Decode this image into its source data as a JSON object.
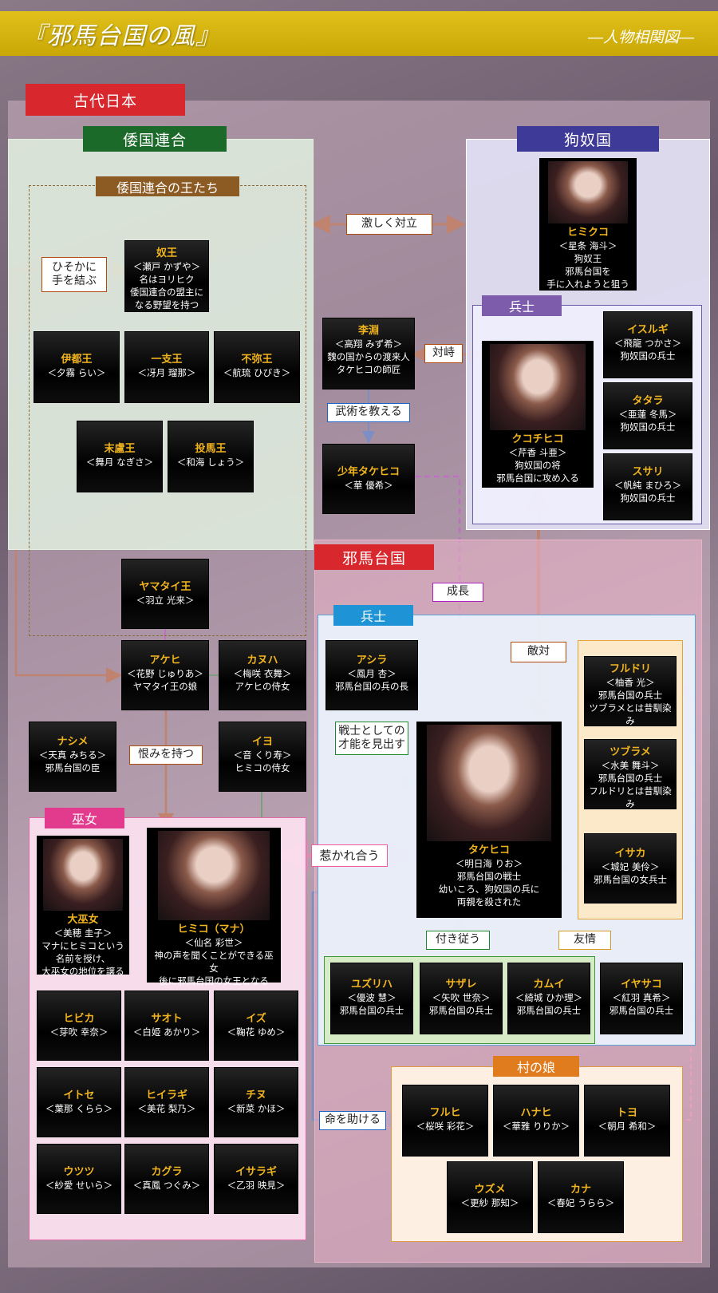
{
  "title": "『邪馬台国の風』",
  "subtitle": "―人物相関図―",
  "colors": {
    "gold": "#d8b811",
    "name_orange": "#f2b51d",
    "arrow_brown": "#b04a0c",
    "arrow_pink": "#ee5c9c"
  },
  "sections": {
    "ancient_japan": "古代日本",
    "wa_alliance": "倭国連合",
    "wa_kings": "倭国連合の王たち",
    "kunu": "狗奴国",
    "kunu_soldiers": "兵士",
    "yamatai": "邪馬台国",
    "yamatai_soldiers": "兵士",
    "miko": "巫女",
    "village_girls": "村の娘"
  },
  "characters": {
    "nuou": {
      "name": "奴王",
      "actor": "＜瀬戸 かずや＞",
      "desc1": "名はヨリヒク",
      "desc2": "倭国連合の盟主に",
      "desc3": "なる野望を持つ"
    },
    "itoou": {
      "name": "伊都王",
      "actor": "＜夕霧 らい＞"
    },
    "ikioou": {
      "name": "一支王",
      "actor": "＜冴月 瑠那＞"
    },
    "fumiou": {
      "name": "不弥王",
      "actor": "＜航琉 ひびき＞"
    },
    "matsuroou": {
      "name": "末盧王",
      "actor": "＜舞月 なぎさ＞"
    },
    "tsumaou": {
      "name": "投馬王",
      "actor": "＜和海 しょう＞"
    },
    "hikimiku": {
      "name": "ヒミクコ",
      "actor": "＜星条 海斗＞",
      "desc1": "狗奴王",
      "desc2": "邪馬台国を",
      "desc3": "手に入れようと狙う"
    },
    "ri_en": {
      "name": "李淵",
      "actor": "＜高翔 みず希＞",
      "desc1": "魏の国からの渡来人",
      "desc2": "タケヒコの師匠"
    },
    "young_takehiko": {
      "name": "少年タケヒコ",
      "actor": "＜華 優希＞"
    },
    "kukuchihiko": {
      "name": "クコチヒコ",
      "actor": "＜芹香 斗亜＞",
      "desc1": "狗奴国の将",
      "desc2": "邪馬台国に攻め入る"
    },
    "isurugi": {
      "name": "イスルギ",
      "actor": "＜飛龍 つかさ＞",
      "desc1": "狗奴国の兵士"
    },
    "tatara": {
      "name": "タタラ",
      "actor": "＜亜蓮 冬馬＞",
      "desc1": "狗奴国の兵士"
    },
    "susari": {
      "name": "スサリ",
      "actor": "＜帆純 まひろ＞",
      "desc1": "狗奴国の兵士"
    },
    "yamataiou": {
      "name": "ヤマタイ王",
      "actor": "＜羽立 光来＞"
    },
    "akehi": {
      "name": "アケヒ",
      "actor": "＜花野 じゅりあ＞",
      "desc1": "ヤマタイ王の娘"
    },
    "kanuha": {
      "name": "カヌハ",
      "actor": "＜梅咲 衣舞＞",
      "desc1": "アケヒの侍女"
    },
    "nashime": {
      "name": "ナシメ",
      "actor": "＜天真 みちる＞",
      "desc1": "邪馬台国の臣"
    },
    "iyo": {
      "name": "イヨ",
      "actor": "＜音 くり寿＞",
      "desc1": "ヒミコの侍女"
    },
    "ashira": {
      "name": "アシラ",
      "actor": "＜鳳月 杏＞",
      "desc1": "邪馬台国の兵の長"
    },
    "takehiko": {
      "name": "タケヒコ",
      "actor": "＜明日海 りお＞",
      "desc1": "邪馬台国の戦士",
      "desc2": "幼いころ、狗奴国の兵に",
      "desc3": "両親を殺された"
    },
    "furudori": {
      "name": "フルドリ",
      "actor": "＜柚香 光＞",
      "desc1": "邪馬台国の兵士",
      "desc2": "ツブラメとは昔馴染み"
    },
    "tsuburame": {
      "name": "ツブラメ",
      "actor": "＜水美 舞斗＞",
      "desc1": "邪馬台国の兵士",
      "desc2": "フルドリとは昔馴染み"
    },
    "isaka": {
      "name": "イサカ",
      "actor": "＜城妃 美伶＞",
      "desc1": "邪馬台国の女兵士"
    },
    "daifujo": {
      "name": "大巫女",
      "actor": "＜美穂 圭子＞",
      "desc1": "マナにヒミコという",
      "desc2": "名前を授け、",
      "desc3": "大巫女の地位を譲る"
    },
    "himiko": {
      "name": "ヒミコ（マナ）",
      "actor": "＜仙名 彩世＞",
      "desc1": "神の声を聞くことができる巫女",
      "desc2": "後に邪馬台国の女王となる"
    },
    "yuzuriha": {
      "name": "ユズリハ",
      "actor": "＜優波 慧＞",
      "desc1": "邪馬台国の兵士"
    },
    "sazare": {
      "name": "サザレ",
      "actor": "＜矢吹 世奈＞",
      "desc1": "邪馬台国の兵士"
    },
    "kamui": {
      "name": "カムイ",
      "actor": "＜綺城 ひか理＞",
      "desc1": "邪馬台国の兵士"
    },
    "iyasako": {
      "name": "イヤサコ",
      "actor": "＜紅羽 真希＞",
      "desc1": "邪馬台国の兵士"
    },
    "hibika": {
      "name": "ヒビカ",
      "actor": "＜芽吹 幸奈＞"
    },
    "saoto": {
      "name": "サオト",
      "actor": "＜白姫 あかり＞"
    },
    "izu": {
      "name": "イズ",
      "actor": "＜鞠花 ゆめ＞"
    },
    "itose": {
      "name": "イトセ",
      "actor": "＜葉那 くらら＞"
    },
    "hiiragi": {
      "name": "ヒイラギ",
      "actor": "＜美花 梨乃＞"
    },
    "chinu": {
      "name": "チヌ",
      "actor": "＜新菜 かほ＞"
    },
    "utsutsu": {
      "name": "ウツツ",
      "actor": "＜紗愛 せいら＞"
    },
    "kagura": {
      "name": "カグラ",
      "actor": "＜真鳳 つぐみ＞"
    },
    "isaragi": {
      "name": "イサラギ",
      "actor": "＜乙羽 映見＞"
    },
    "furuhi": {
      "name": "フルヒ",
      "actor": "＜桜咲 彩花＞"
    },
    "hanahi": {
      "name": "ハナヒ",
      "actor": "＜華雅 りりか＞"
    },
    "toyo": {
      "name": "トヨ",
      "actor": "＜朝月 希和＞"
    },
    "uzume": {
      "name": "ウズメ",
      "actor": "＜更紗 那知＞"
    },
    "kana": {
      "name": "カナ",
      "actor": "＜春妃 うらら＞"
    }
  },
  "relations": {
    "secret_alliance_1": "ひそかに",
    "secret_alliance_2": "手を結ぶ",
    "fierce_conflict": "激しく対立",
    "confront": "対峙",
    "teach_martial": "武術を教える",
    "grow_up": "成長",
    "enemies": "敵対",
    "grudge": "恨みを持つ",
    "talent_1": "戦士としての",
    "talent_2": "才能を見出す",
    "attracted": "惹かれ合う",
    "follow": "付き従う",
    "friendship": "友情",
    "saved_life": "命を助ける"
  }
}
